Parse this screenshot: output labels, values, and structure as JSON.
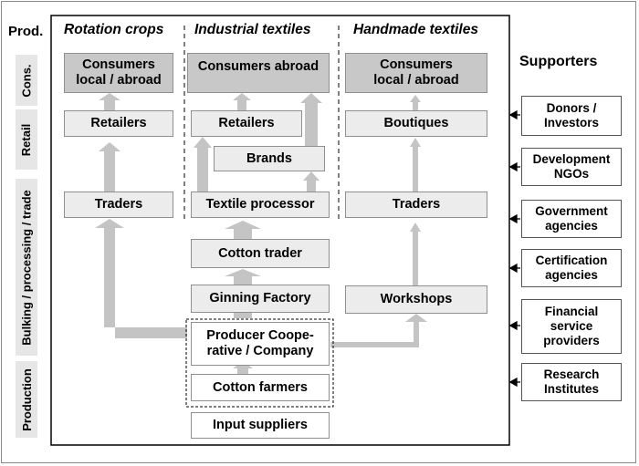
{
  "axis_label": "Prod.",
  "supporters_title": "Supporters",
  "stages": [
    "Cons.",
    "Retail",
    "Bulking / processing / trade",
    "Production"
  ],
  "columns": [
    "Rotation crops",
    "Industrial textiles",
    "Handmade textiles"
  ],
  "nodes": {
    "rc_consumers": "Consumers\nlocal / abroad",
    "rc_retailers": "Retailers",
    "rc_traders": "Traders",
    "it_consumers": "Consumers abroad",
    "it_retailers": "Retailers",
    "it_brands": "Brands",
    "it_textile_processor": "Textile processor",
    "it_cotton_trader": "Cotton trader",
    "it_ginning_factory": "Ginning Factory",
    "producer_coop": "Producer Coope-\nrative / Company",
    "cotton_farmers": "Cotton farmers",
    "input_suppliers": "Input suppliers",
    "ht_consumers": "Consumers\nlocal / abroad",
    "ht_boutiques": "Boutiques",
    "ht_traders": "Traders",
    "ht_workshops": "Workshops"
  },
  "supporters": [
    "Donors /\nInvestors",
    "Development\nNGOs",
    "Government\nagencies",
    "Certification\nagencies",
    "Financial\nservice\nproviders",
    "Research\nInstitutes"
  ],
  "colors": {
    "arrow": "#c4c4c4",
    "box": "#ececec",
    "box_dark": "#c8c8c8",
    "border": "#8f8f8f"
  }
}
